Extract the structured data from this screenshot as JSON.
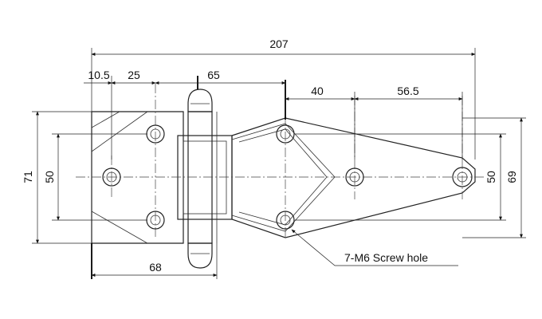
{
  "dimensions": {
    "overall_width": "207",
    "left_offset": "10.5",
    "left_hole_spacing": "25",
    "leaf_span": "65",
    "right_spacing_1": "40",
    "right_spacing_2": "56.5",
    "left_height": "71",
    "left_hole_vertical": "50",
    "right_hole_vertical": "50",
    "right_height": "69",
    "bottom_width": "68"
  },
  "callout": {
    "label": "7-M6 Screw hole"
  }
}
